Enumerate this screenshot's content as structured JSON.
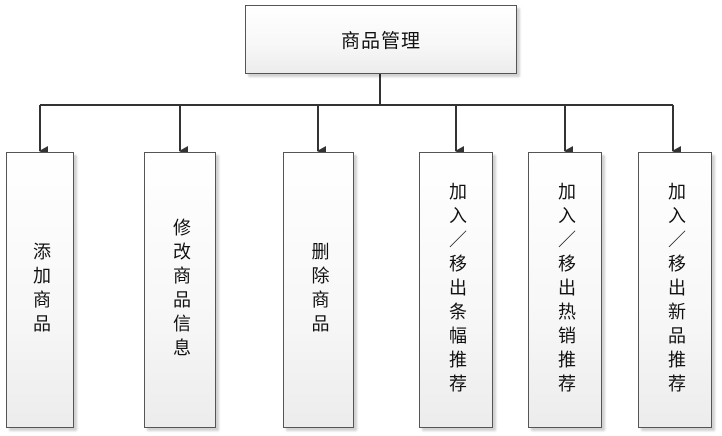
{
  "root": {
    "label": "商品管理"
  },
  "children": [
    {
      "label": "添加商品"
    },
    {
      "label": "修改商品信息"
    },
    {
      "label": "删除商品"
    },
    {
      "label": "加入／移出条幅推荐"
    },
    {
      "label": "加入／移出热销推荐"
    },
    {
      "label": "加入／移出新品推荐"
    }
  ]
}
